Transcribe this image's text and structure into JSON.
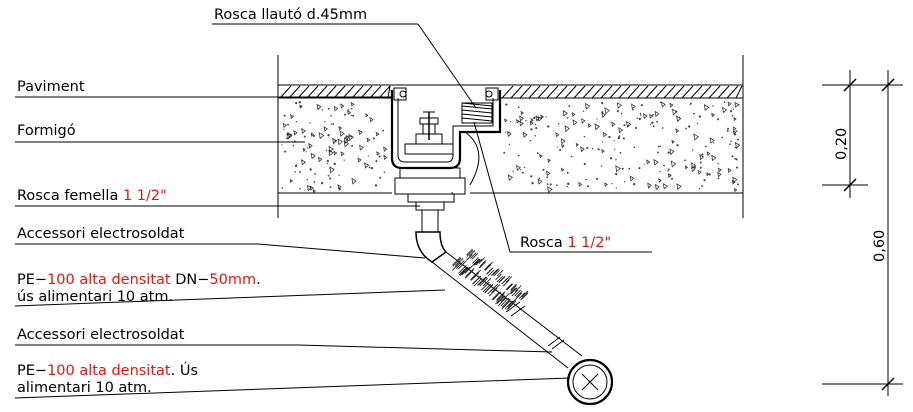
{
  "labels": {
    "rosca_llauto": "Rosca llautó d.45mm",
    "paviment": "Paviment",
    "formigo": "Formigó",
    "rosca_femella_prefix": "Rosca femella ",
    "rosca_femella_size": "1 1/2\"",
    "accessori_1": "Accessori electrosoldat",
    "pe_top_l1_a": "PE−",
    "pe_top_l1_b": "100 alta densitat",
    "pe_top_l1_c": " DN−",
    "pe_top_l1_d": "50mm",
    "pe_top_l1_e": ".",
    "pe_top_l2": "ús alimentari 10 atm.",
    "accessori_2": "Accessori electrosoldat",
    "pe_bot_l1_a": "PE−",
    "pe_bot_l1_b": "100 alta densitat",
    "pe_bot_l1_c": ". Ús",
    "pe_bot_l2": "alimentari 10 atm.",
    "rosca_right_prefix": "Rosca ",
    "rosca_right_size": "1 1/2\""
  },
  "dimensions": {
    "upper": "0,20",
    "total": "0,60"
  },
  "colors": {
    "highlight": "#e8140e",
    "line": "#000000"
  }
}
